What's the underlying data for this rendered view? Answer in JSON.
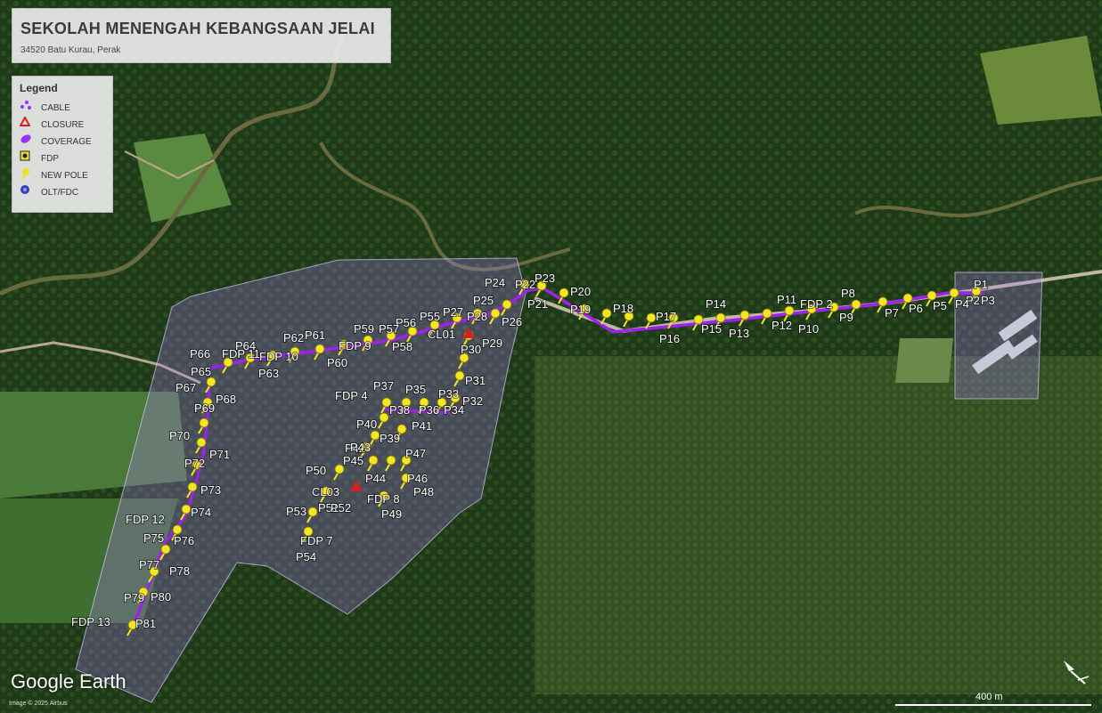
{
  "map": {
    "title": "SEKOLAH MENENGAH KEBANGSAAN JELAI",
    "subtitle": "34520 Batu Kurau, Perak",
    "brand": "Google Earth",
    "imagery_credit": "Image © 2025 Airbus",
    "scale_label": "400 m"
  },
  "legend": {
    "title": "Legend",
    "items": [
      {
        "label": "CABLE",
        "icon": "cable-icon",
        "color": "#9b30ff"
      },
      {
        "label": "CLOSURE",
        "icon": "closure-triangle-icon",
        "color": "#d62020"
      },
      {
        "label": "COVERAGE",
        "icon": "coverage-polygon-icon",
        "color": "#9b30ff"
      },
      {
        "label": "FDP",
        "icon": "fdp-star-icon",
        "color": "#f5e020"
      },
      {
        "label": "NEW POLE",
        "icon": "pushpin-icon",
        "color": "#f5e020"
      },
      {
        "label": "OLT/FDC",
        "icon": "olt-star-icon",
        "color": "#3040c0"
      }
    ]
  },
  "colors": {
    "cable": "#a020f0",
    "coverage": "#b47cff",
    "pin": "#f5e623",
    "closure": "#d62020"
  },
  "labels": [
    "P1",
    "P2",
    "P3",
    "P4",
    "P5",
    "P6",
    "P7",
    "P8",
    "P9",
    "P10",
    "P11",
    "FDP 2",
    "P12",
    "P13",
    "P14",
    "P15",
    "P16",
    "P17",
    "P18",
    "P19",
    "P20",
    "P21",
    "P22",
    "P23",
    "P24",
    "P25",
    "P26",
    "P27",
    "P28",
    "CL01",
    "P29",
    "P30",
    "P31",
    "P32",
    "P33",
    "P34",
    "P35",
    "P36",
    "P37",
    "P38",
    "FDP 4",
    "P39",
    "P40",
    "P41",
    "P42",
    "P43",
    "P44",
    "P45",
    "P46",
    "P47",
    "P48",
    "P49",
    "FDP 8",
    "CL03",
    "P50",
    "P51",
    "P52",
    "P53",
    "FDP 7",
    "P54",
    "P55",
    "P56",
    "P57",
    "P58",
    "P59",
    "FDP 9",
    "P60",
    "P61",
    "P62",
    "FDP 10",
    "P63",
    "P64",
    "FDP 11",
    "P65",
    "P66",
    "P67",
    "P68",
    "P69",
    "P70",
    "P71",
    "P72",
    "P73",
    "P74",
    "FDP 12",
    "P75",
    "P76",
    "P77",
    "P78",
    "P79",
    "P80",
    "P81",
    "FDP 13"
  ]
}
